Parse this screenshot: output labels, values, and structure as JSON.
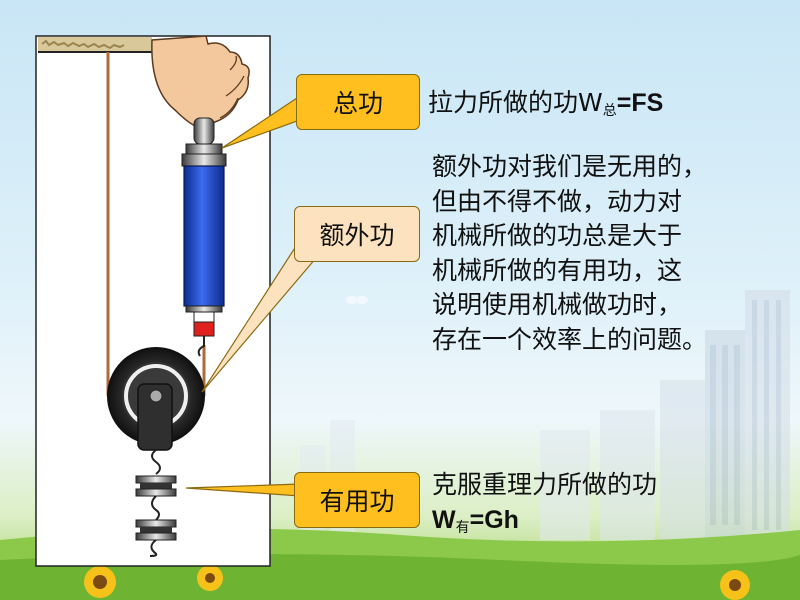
{
  "callouts": {
    "total_work": "总功",
    "extra_work": "额外功",
    "useful_work": "有用功"
  },
  "total_formula": {
    "prefix": "拉力所做的功W",
    "sub": "总",
    "suffix": "=FS"
  },
  "extra_paragraph": [
    "额外功对我们是无用的，",
    "但由不得不做，动力对",
    "机械所做的功总是大于",
    "机械所做的有用功，这",
    "说明使用机械做功时，",
    "存在一个效率上的问题。"
  ],
  "useful_text": {
    "line1": "克服重理力所做的功",
    "prefix": "W",
    "sub": "有",
    "suffix": "=Gh"
  },
  "colors": {
    "callout_orange": "#ffbf1f",
    "callout_peach": "#fde2c0",
    "scale_blue": "#1f4fd8"
  }
}
